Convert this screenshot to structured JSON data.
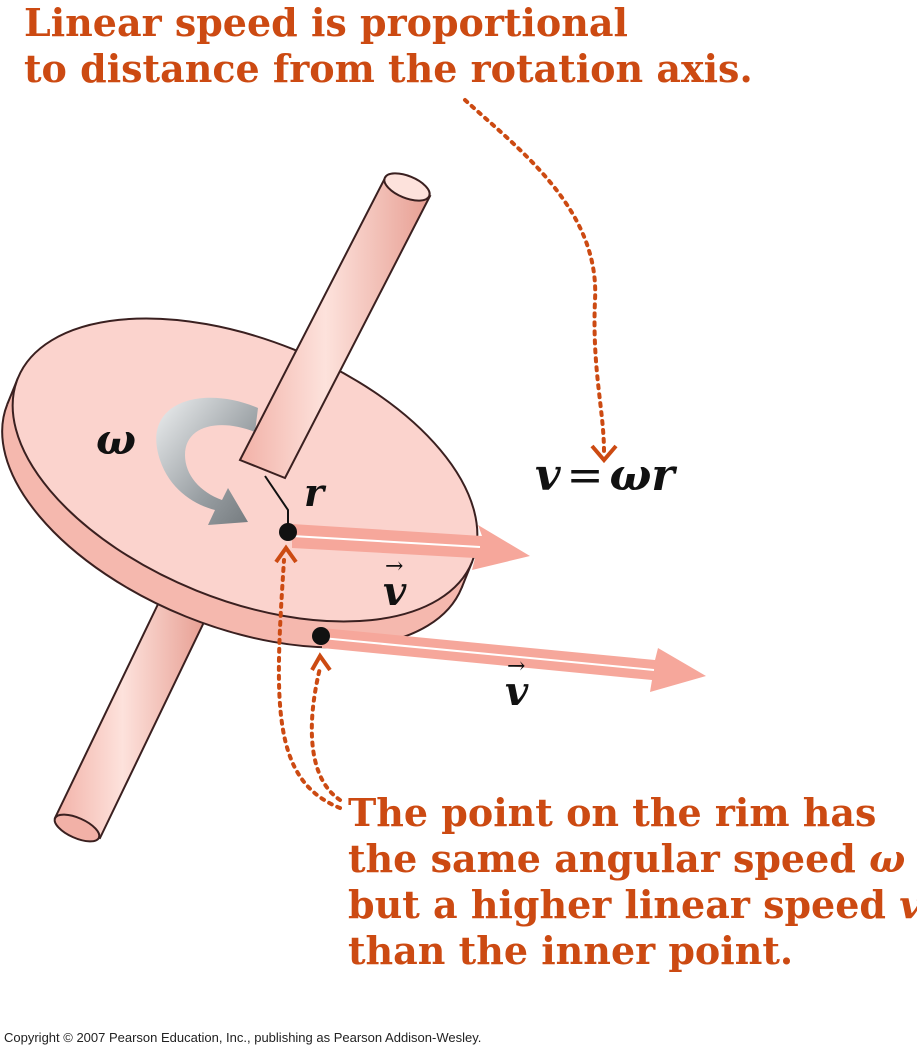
{
  "top_caption": {
    "line1": "Linear speed is proportional",
    "line2": "to distance from the rotation axis."
  },
  "bottom_caption": {
    "line1": "The point on the rim has",
    "line2_text": "the same angular speed ",
    "line2_symbol": "ω",
    "line3_text": "but a higher linear speed ",
    "line3_symbol": "v",
    "line4": "than the inner point."
  },
  "labels": {
    "omega": "ω",
    "radius": "r",
    "velocity_inner": "v",
    "velocity_rim": "v",
    "vector_arrow": "→"
  },
  "formula": {
    "lhs": "v",
    "equals": "=",
    "rhs": "ωr"
  },
  "copyright": "Copyright © 2007 Pearson Education, Inc., publishing as Pearson Addison-Wesley.",
  "colors": {
    "caption": "#cc4a12",
    "disk_face": "#fbd3cd",
    "disk_rim": "#f5b8ae",
    "axle": "#f7c3ba",
    "velocity_arrow": "#f6a79b",
    "rotation_arrow": "#8a8f93",
    "point": "#111111"
  }
}
